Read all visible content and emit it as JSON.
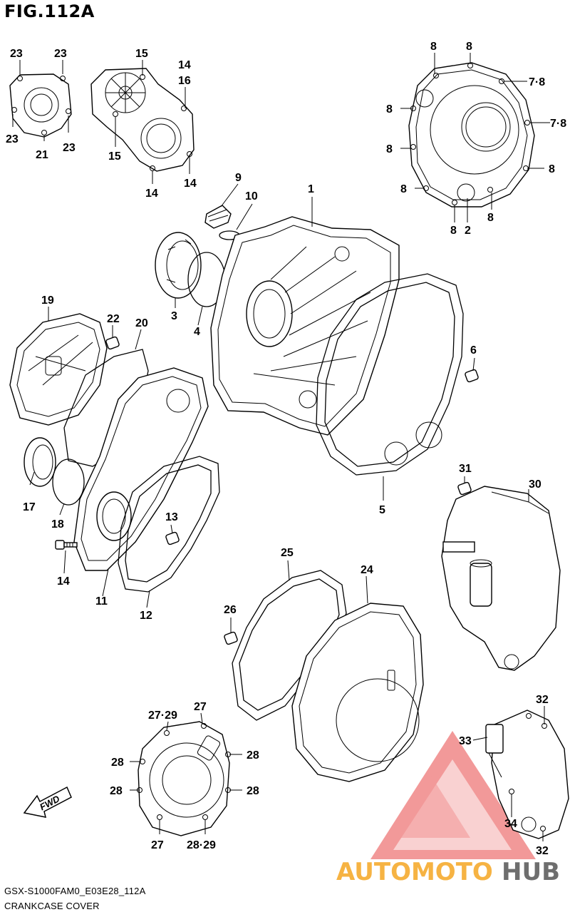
{
  "figure": {
    "title": "FIG.112A",
    "code": "GSX-S1000FAM0_E03E28_112A",
    "caption": "CRANKCASE COVER"
  },
  "direction_arrow": {
    "label": "FWD",
    "icon": "fwd-arrow-icon"
  },
  "watermark": {
    "part1": "AUTOMOTO",
    "part2": "HUB",
    "colors": {
      "logo": "#f08080",
      "text_main": "#f5a623",
      "text_hub": "#555555"
    }
  },
  "callouts": {
    "c1": "1",
    "c2": "2",
    "c3": "3",
    "c4": "4",
    "c5": "5",
    "c6": "6",
    "c7a": "7·8",
    "c7b": "7·8",
    "c8a": "8",
    "c8b": "8",
    "c8c": "8",
    "c8d": "8",
    "c8e": "8",
    "c8f": "8",
    "c8g": "8",
    "c8h": "8",
    "c9": "9",
    "c10": "10",
    "c11": "11",
    "c12": "12",
    "c13": "13",
    "c14a": "14",
    "c14b": "14",
    "c14c": "14",
    "c14d": "14",
    "c15a": "15",
    "c15b": "15",
    "c16": "16",
    "c17": "17",
    "c18": "18",
    "c19": "19",
    "c20": "20",
    "c21": "21",
    "c22": "22",
    "c23a": "23",
    "c23b": "23",
    "c23c": "23",
    "c23d": "23",
    "c24": "24",
    "c25": "25",
    "c26": "26",
    "c27a": "27",
    "c27b": "27·29",
    "c27c": "27",
    "c28a": "28",
    "c28b": "28",
    "c28c": "28",
    "c28d": "28",
    "c28e": "28·29",
    "c30": "30",
    "c31": "31",
    "c32a": "32",
    "c32b": "32",
    "c33": "33",
    "c34": "34"
  }
}
